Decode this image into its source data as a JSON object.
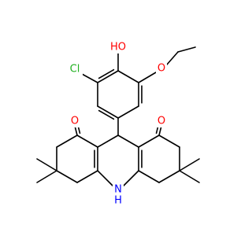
{
  "molecule": {
    "colors": {
      "bond": "#000000",
      "O": "#ff0000",
      "Cl": "#1fb01f",
      "N": "#0000ff"
    },
    "labels": {
      "ho": "HO",
      "cl": "Cl",
      "o_ether": "O",
      "o_ketone_left": "O",
      "o_ketone_right": "O",
      "nh_n": "N",
      "nh_h": "H"
    }
  }
}
